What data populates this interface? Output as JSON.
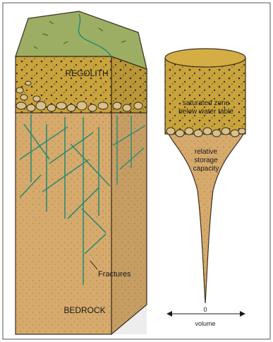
{
  "labels": {
    "regolith": "REGOLITH",
    "bedrock": "BEDROCK",
    "fractures": "Fractures",
    "saturated_line1": "saturated zone",
    "saturated_line2": "below water table",
    "storage_line1": "relative",
    "storage_line2": "storage",
    "storage_line3": "capacity",
    "axis_zero": "0",
    "axis_label": "volume"
  },
  "colors": {
    "regolith_fill": "#c9a33b",
    "grass_fill": "#9cae63",
    "bedrock_fill": "#d6aa6c",
    "fracture_line": "#2e8a74",
    "outline": "#3a2f20",
    "border": "#555555"
  }
}
